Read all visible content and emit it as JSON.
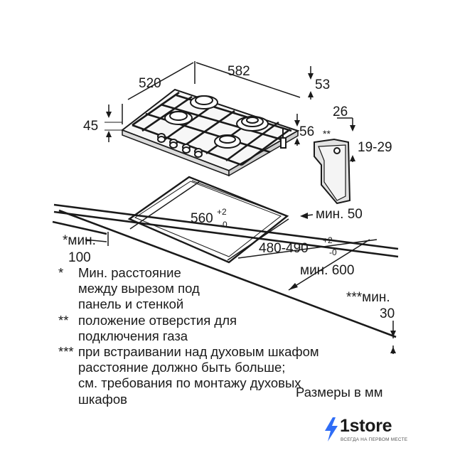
{
  "dimensions": {
    "width_520": "520",
    "width_582": "582",
    "depth_53": "53",
    "height_45": "45",
    "offset_26": "26",
    "gas_19_29": "19-29",
    "gas_56": "56",
    "gas_marker": "**",
    "cutout_560": "560",
    "cutout_560_tol_plus": "+2",
    "cutout_560_tol_minus": "-0",
    "cutout_480_490": "480-490",
    "cutout_480_tol_plus": "+2",
    "cutout_480_tol_minus": "-0",
    "min_50": "мин. 50",
    "min_100_line1": "*мин.",
    "min_100_line2": "100",
    "min_600": "мин. 600",
    "min_30_line1": "***мин.",
    "min_30_line2": "30"
  },
  "notes": [
    {
      "mark": "*",
      "lines": [
        "Мин. расстояние",
        "между вырезом под",
        "панель и стенкой"
      ]
    },
    {
      "mark": "**",
      "lines": [
        "положение отверстия для",
        "подключения газа"
      ]
    },
    {
      "mark": "***",
      "lines": [
        "при встраивании над духовым шкафом",
        "расстояние должно быть больше;",
        "см. требования по монтажу духовых",
        "шкафов"
      ]
    }
  ],
  "units_label": "Размеры в мм",
  "brand": {
    "name": "1store",
    "tagline": "ВСЕГДА НА ПЕРВОМ МЕСТЕ",
    "accent_color": "#2f6df6"
  }
}
